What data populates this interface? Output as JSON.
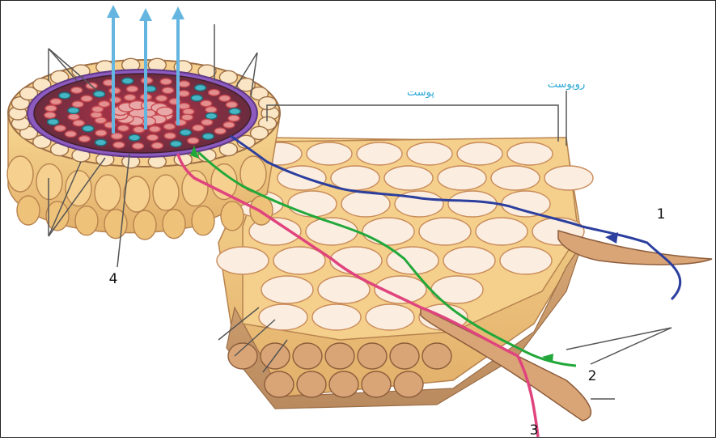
{
  "labels": {
    "epidermis": "روپوست",
    "cortex": "پوست",
    "n1": "1",
    "n2": "2",
    "n3": "3",
    "n4": "4"
  },
  "colors": {
    "cell_fill": "#fbeee0",
    "cell_wall": "#c98a5a",
    "outer_shade": "#f2c777",
    "outer_shade_dark": "#c99a66",
    "symplast_path": "#e0447e",
    "apoplast_path": "#2c3f9e",
    "transmembrane_path": "#22a83a",
    "xylem_arrows": "#64b6e0",
    "vascular_red": "#c84a50",
    "vascular_cyan": "#46b5c4",
    "endodermis_purple": "#9b6ac6"
  }
}
